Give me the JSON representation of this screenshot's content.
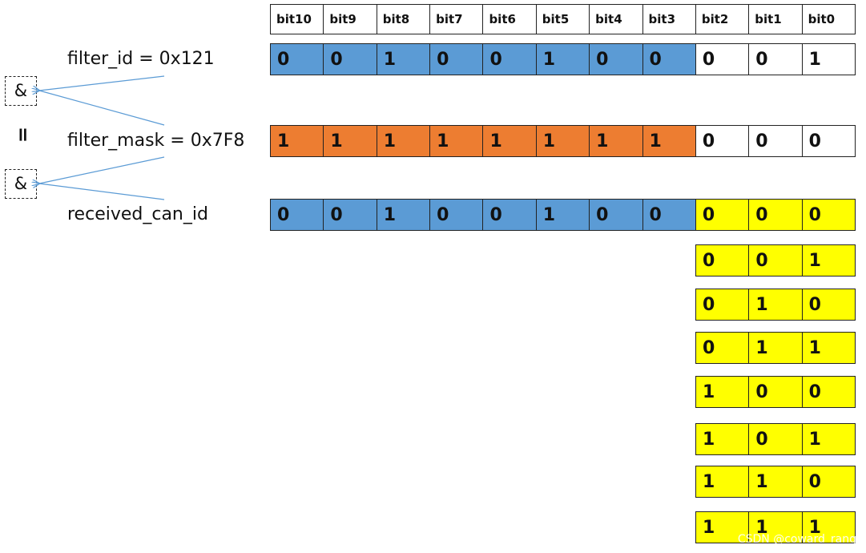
{
  "headers": [
    "bit10",
    "bit9",
    "bit8",
    "bit7",
    "bit6",
    "bit5",
    "bit4",
    "bit3",
    "bit2",
    "bit1",
    "bit0"
  ],
  "labels": {
    "filter_id": "filter_id = 0x121",
    "filter_mask": "filter_mask = 0x7F8",
    "received": "received_can_id"
  },
  "operators": {
    "and": "&",
    "equals": "="
  },
  "rows": {
    "filter_id": [
      "0",
      "0",
      "1",
      "0",
      "0",
      "1",
      "0",
      "0",
      "0",
      "0",
      "1"
    ],
    "filter_mask": [
      "1",
      "1",
      "1",
      "1",
      "1",
      "1",
      "1",
      "1",
      "0",
      "0",
      "0"
    ],
    "received": [
      "0",
      "0",
      "1",
      "0",
      "0",
      "1",
      "0",
      "0",
      "0",
      "0",
      "0"
    ]
  },
  "combos": [
    [
      "0",
      "0",
      "1"
    ],
    [
      "0",
      "1",
      "0"
    ],
    [
      "0",
      "1",
      "1"
    ],
    [
      "1",
      "0",
      "0"
    ],
    [
      "1",
      "0",
      "1"
    ],
    [
      "1",
      "1",
      "0"
    ],
    [
      "1",
      "1",
      "1"
    ]
  ],
  "watermark": "CSDN @coward_rang",
  "colors": {
    "blue": "#5b9bd5",
    "orange": "#ed7d31",
    "yellow": "#ffff00",
    "white": "#ffffff",
    "arrow": "#5b9bd5"
  }
}
